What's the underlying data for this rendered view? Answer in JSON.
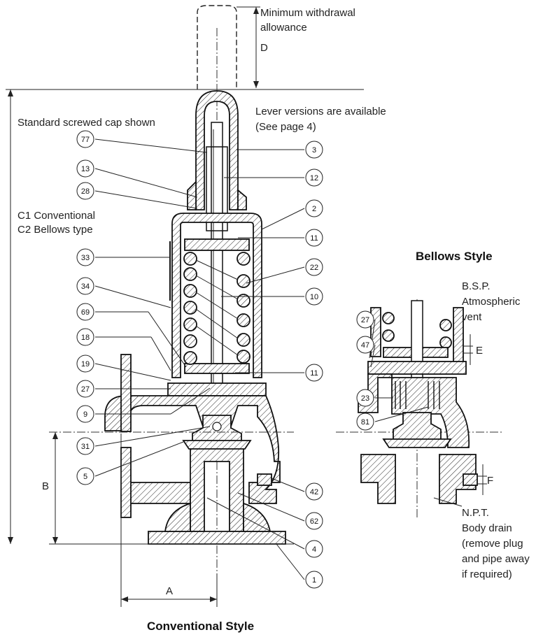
{
  "labels": {
    "min_withdrawal": [
      "Minimum withdrawal",
      "allowance"
    ],
    "dim_d": "D",
    "screwed_cap": "Standard screwed cap shown",
    "lever": [
      "Lever versions are available",
      "(See page 4)"
    ],
    "c_types": [
      "C1 Conventional",
      "C2 Bellows type"
    ],
    "bellows_title": "Bellows Style",
    "bsp": [
      "B.S.P.",
      "Atmospheric",
      "vent"
    ],
    "dim_e": "E",
    "dim_f": "F",
    "npt": [
      "N.P.T.",
      "Body drain",
      "(remove plug",
      "and pipe away",
      "if required)"
    ],
    "dim_b": "B",
    "dim_a": "A",
    "conventional_title": "Conventional Style"
  },
  "parts_left": [
    "77",
    "13",
    "28",
    "33",
    "34",
    "69",
    "18",
    "19",
    "27",
    "9",
    "31",
    "5"
  ],
  "parts_right": [
    "3",
    "12",
    "2",
    "11",
    "22",
    "10",
    "11",
    "42",
    "62",
    "4",
    "1"
  ],
  "parts_bellows": [
    "27",
    "47",
    "23",
    "81"
  ]
}
